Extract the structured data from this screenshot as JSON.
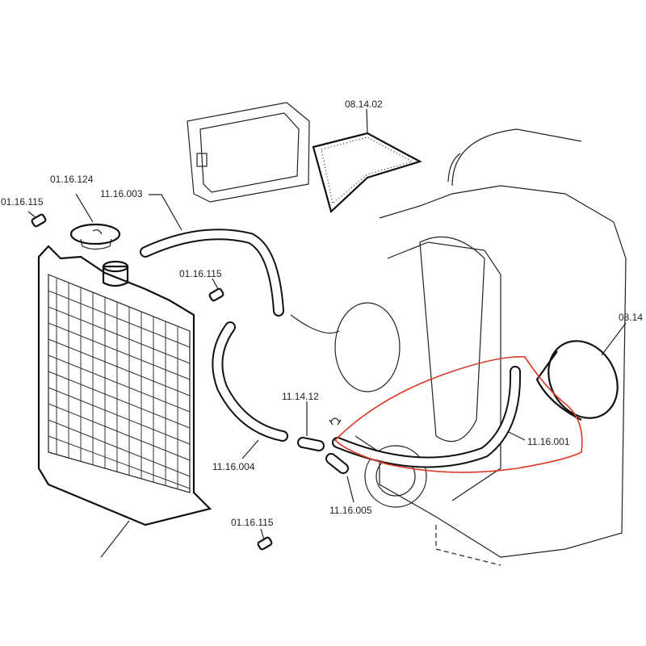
{
  "labels": {
    "filter_top": "08.14.02",
    "cap": "01.16.124",
    "bolt_left": "01.16.115",
    "hose_upper": "11.16.003",
    "bolt_mid": "01.16.115",
    "oil_filter": "08.14",
    "connector": "11.14.12",
    "hose_main": "11.16.001",
    "hose_lower": "11.16.004",
    "hose_elbow": "11.16.005",
    "bolt_bottom": "01.16.115"
  },
  "colors": {
    "highlight": "#d93a25",
    "line": "#222222"
  }
}
